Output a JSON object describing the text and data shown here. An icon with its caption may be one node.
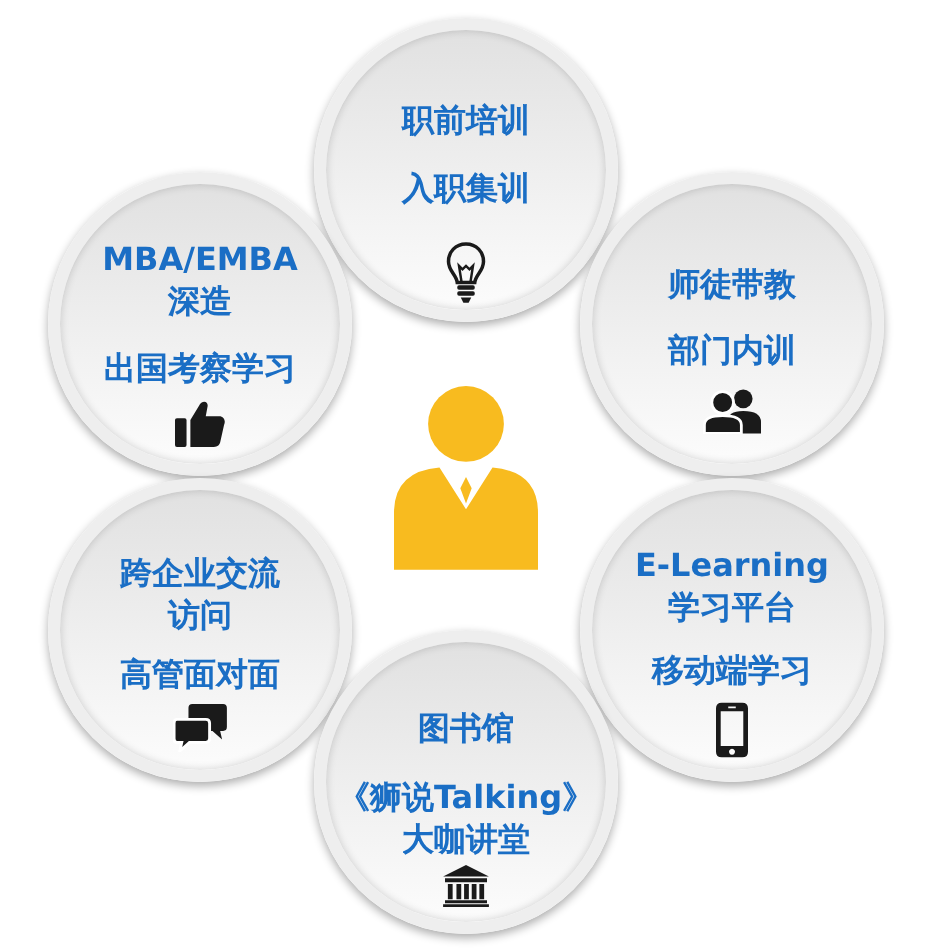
{
  "diagram": {
    "nodes": [
      {
        "text": [
          "职前培训",
          "入职集训"
        ]
      },
      {
        "text": [
          "MBA/EMBA深造",
          "出国考察学习"
        ]
      },
      {
        "text": [
          "师徒带教",
          "部门内训"
        ]
      },
      {
        "text": [
          "跨企业交流访问",
          "高管面对面"
        ]
      },
      {
        "text": [
          "E-Learning学习平台",
          "移动端学习"
        ]
      },
      {
        "text": [
          "图书馆",
          "《狮说Talking》大咖讲堂"
        ]
      }
    ]
  }
}
